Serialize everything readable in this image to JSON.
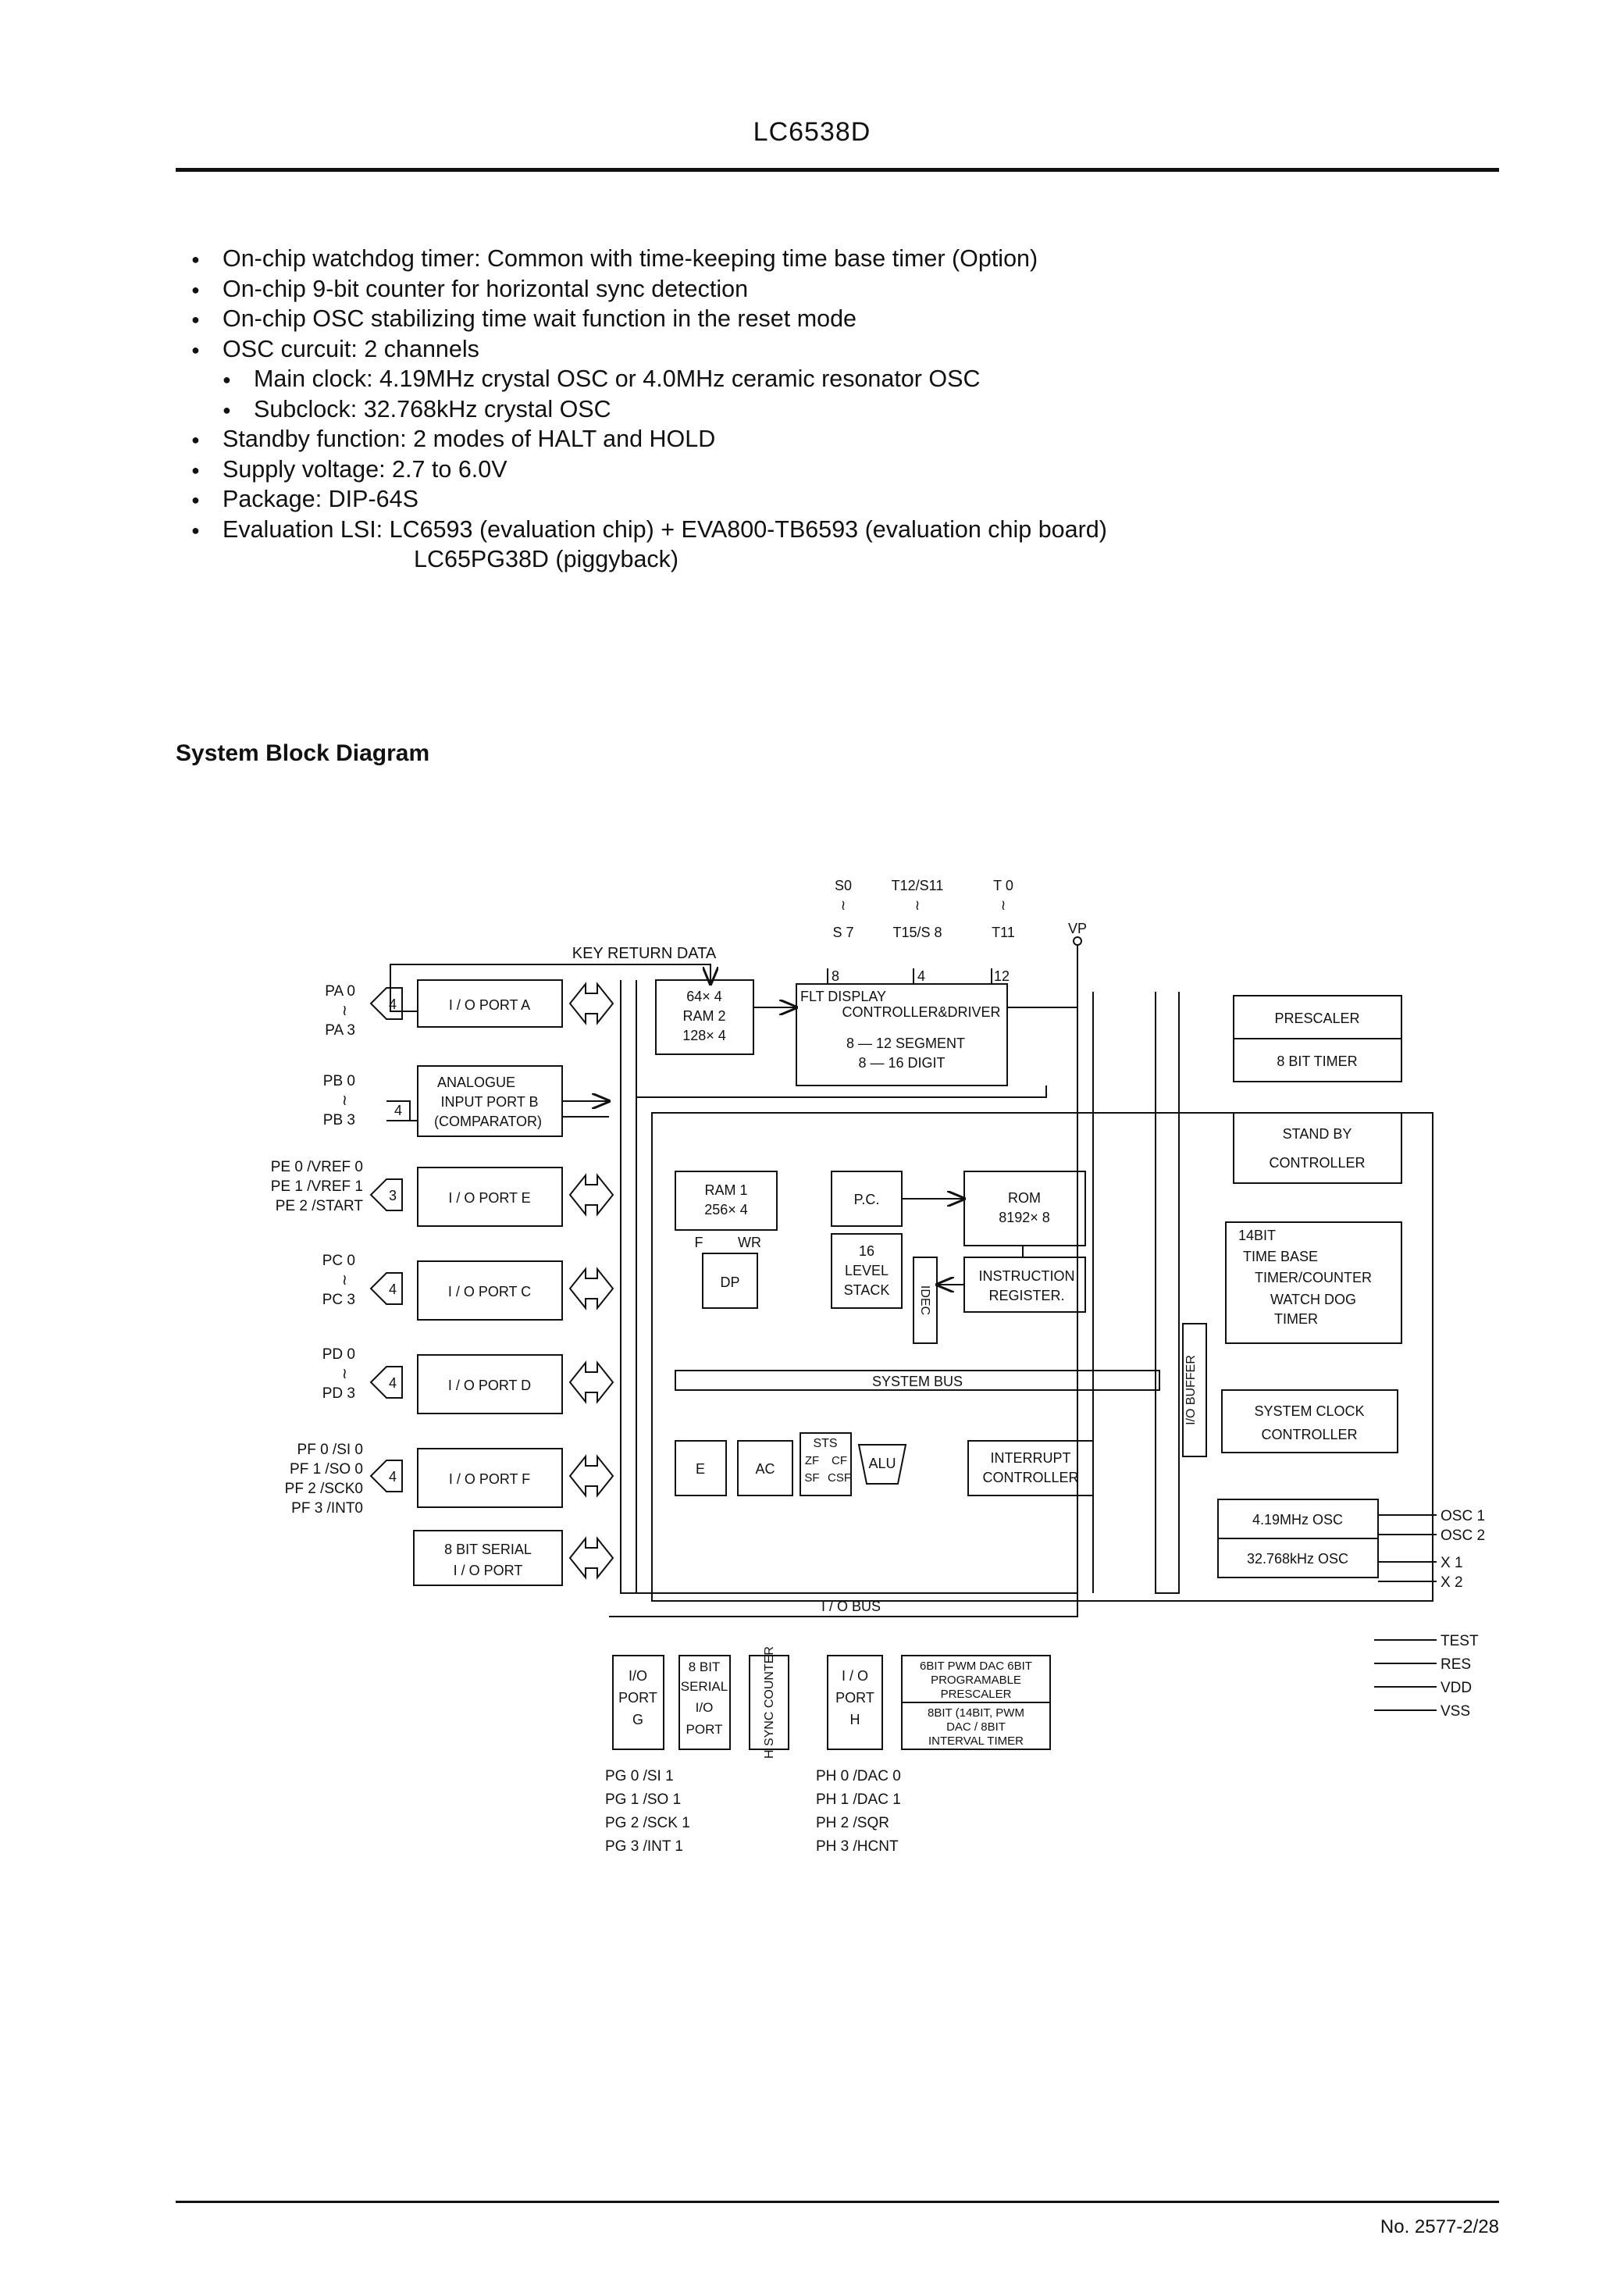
{
  "header": {
    "title": "LC6538D"
  },
  "features": [
    {
      "text": "On-chip watchdog timer: Common with time-keeping time base timer  (Option)",
      "level": 0
    },
    {
      "text": "On-chip 9-bit counter for horizontal sync detection",
      "level": 0
    },
    {
      "text": "On-chip OSC stabilizing time wait function in the reset mode",
      "level": 0
    },
    {
      "text": "OSC curcuit: 2 channels",
      "level": 0
    },
    {
      "text": "Main clock: 4.19MHz crystal OSC or 4.0MHz ceramic resonator OSC",
      "level": 1
    },
    {
      "text": "Subclock: 32.768kHz crystal OSC",
      "level": 1
    },
    {
      "text": "Standby function: 2 modes of HALT and HOLD",
      "level": 0
    },
    {
      "text": "Supply voltage: 2.7 to 6.0V",
      "level": 0
    },
    {
      "text": "Package: DIP-64S",
      "level": 0
    },
    {
      "text": "Evaluation LSI: LC6593 (evaluation chip) + EVA800-TB6593 (evaluation chip board)",
      "level": 0
    },
    {
      "text": "LC65PG38D (piggyback)",
      "level": 2
    }
  ],
  "section_title": "System Block Diagram",
  "diagram": {
    "key_return": "KEY RETURN DATA",
    "ports_left": {
      "pa": [
        "PA 0",
        "≀",
        "PA 3"
      ],
      "pb": [
        "PB 0",
        "≀",
        "PB 3"
      ],
      "pe": [
        "PE 0 /VREF 0",
        "PE 1 /VREF 1",
        "PE 2 /START"
      ],
      "pc": [
        "PC 0",
        "≀",
        "PC 3"
      ],
      "pd": [
        "PD 0",
        "≀",
        "PD 3"
      ],
      "pf": [
        "PF 0 /SI 0",
        "PF 1 /SO 0",
        "PF 2 /SCK0",
        "PF 3 /INT0"
      ]
    },
    "widths": {
      "w4": "4",
      "w3": "3",
      "w8": "8",
      "w12": "12"
    },
    "blocks": {
      "port_a": "I / O  PORT  A",
      "port_b": [
        "ANALOGUE",
        "INPUT  PORT  B",
        "(COMPARATOR)"
      ],
      "port_e": "I / O  PORT  E",
      "port_c": "I / O  PORT  C",
      "port_d": "I / O  PORT  D",
      "port_f": "I / O  PORT  F",
      "serial": [
        "8  BIT  SERIAL",
        "I / O  PORT"
      ],
      "ram2": [
        "64× 4",
        "RAM 2",
        "128× 4"
      ],
      "flt": [
        "FLT DISPLAY",
        "CONTROLLER&DRIVER",
        "8 — 12  SEGMENT",
        "8 — 16  DIGIT"
      ],
      "ram1": [
        "RAM 1",
        "256× 4"
      ],
      "f": "F",
      "wr": "WR",
      "dp": "DP",
      "pc": "P.C.",
      "stack": [
        "16",
        "LEVEL",
        "STACK"
      ],
      "rom": [
        "ROM",
        "8192× 8"
      ],
      "ideco": "IDEC",
      "ir": [
        "INSTRUCTION",
        "REGISTER."
      ],
      "system_bus": "SYSTEM  BUS",
      "io_buffer": "I/O BUFFER",
      "e": "E",
      "ac": "AC",
      "sts": "STS",
      "zf": "ZF",
      "cf": "CF",
      "sf": "SF",
      "csf": "CSF",
      "alu": "ALU",
      "interrupt": [
        "INTERRUPT",
        "CONTROLLER"
      ],
      "io_bus": "I / O  BUS",
      "prescaler": "PRESCALER",
      "timer8": "8 BIT TIMER",
      "standby": [
        "STAND BY",
        "CONTROLLER"
      ],
      "timebase": [
        "14BIT",
        "TIME BASE",
        "TIMER/COUNTER",
        "WATCH DOG",
        "TIMER"
      ],
      "sysclock": [
        "SYSTEM CLOCK",
        "CONTROLLER"
      ],
      "osc1": "4.19MHz  OSC",
      "osc2": "32.768kHz  OSC",
      "port_g": [
        "I/O",
        "PORT",
        "G"
      ],
      "serial_bottom": [
        "8  BIT",
        "SERIAL",
        "I/O",
        "PORT"
      ],
      "hsync": "H SYNC COUNTER",
      "port_h": [
        "I / O",
        "PORT",
        "H"
      ],
      "pwm": [
        "6BIT PWM DAC 6BIT",
        "PROGRAMABLE",
        "PRESCALER",
        "8BIT (14BIT, PWM",
        "DAC / 8BIT",
        "INTERVAL TIMER"
      ]
    },
    "top_pins": [
      [
        "S0",
        "≀",
        "S 7"
      ],
      [
        "T12/S11",
        "≀",
        "T15/S 8"
      ],
      [
        "T 0",
        "≀",
        "T11"
      ],
      [
        "VP"
      ]
    ],
    "right_pins": [
      "OSC 1",
      "OSC 2",
      "X 1",
      "X 2",
      "TEST",
      "RES",
      "VDD",
      "VSS"
    ],
    "bottom_pins_g": [
      "PG 0 /SI 1",
      "PG 1 /SO 1",
      "PG 2 /SCK 1",
      "PG 3 /INT 1"
    ],
    "bottom_pins_h": [
      "PH 0 /DAC 0",
      "PH 1 /DAC 1",
      "PH 2 /SQR",
      "PH 3 /HCNT"
    ]
  },
  "footer": {
    "page": "No. 2577-2/28"
  }
}
